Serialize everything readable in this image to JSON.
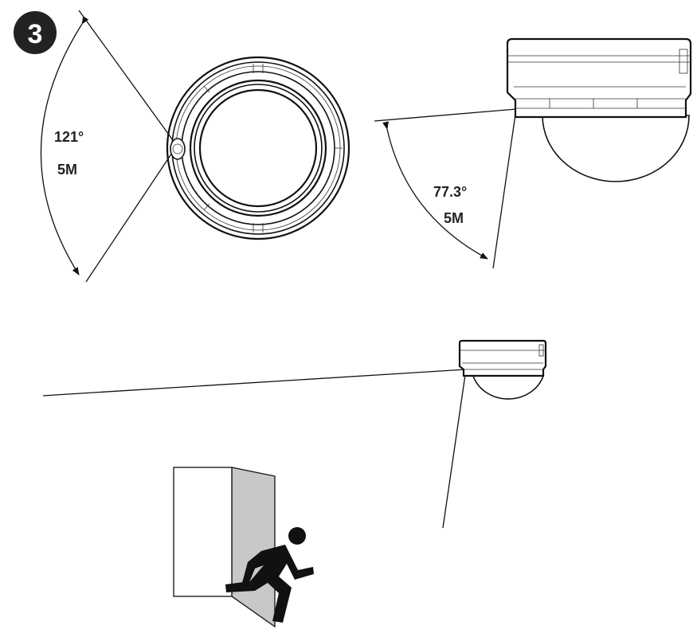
{
  "step": {
    "number": "3"
  },
  "top_view": {
    "angle_label": "121°",
    "resolution_label": "5M"
  },
  "side_view": {
    "angle_label": "77.3°",
    "resolution_label": "5M"
  },
  "colors": {
    "line": "#111111",
    "badge": "#222222",
    "wall_shade": "#c8c8c8",
    "figure": "#111111"
  },
  "icons": [
    "step-badge",
    "dome-camera",
    "exit-door",
    "running-person"
  ]
}
